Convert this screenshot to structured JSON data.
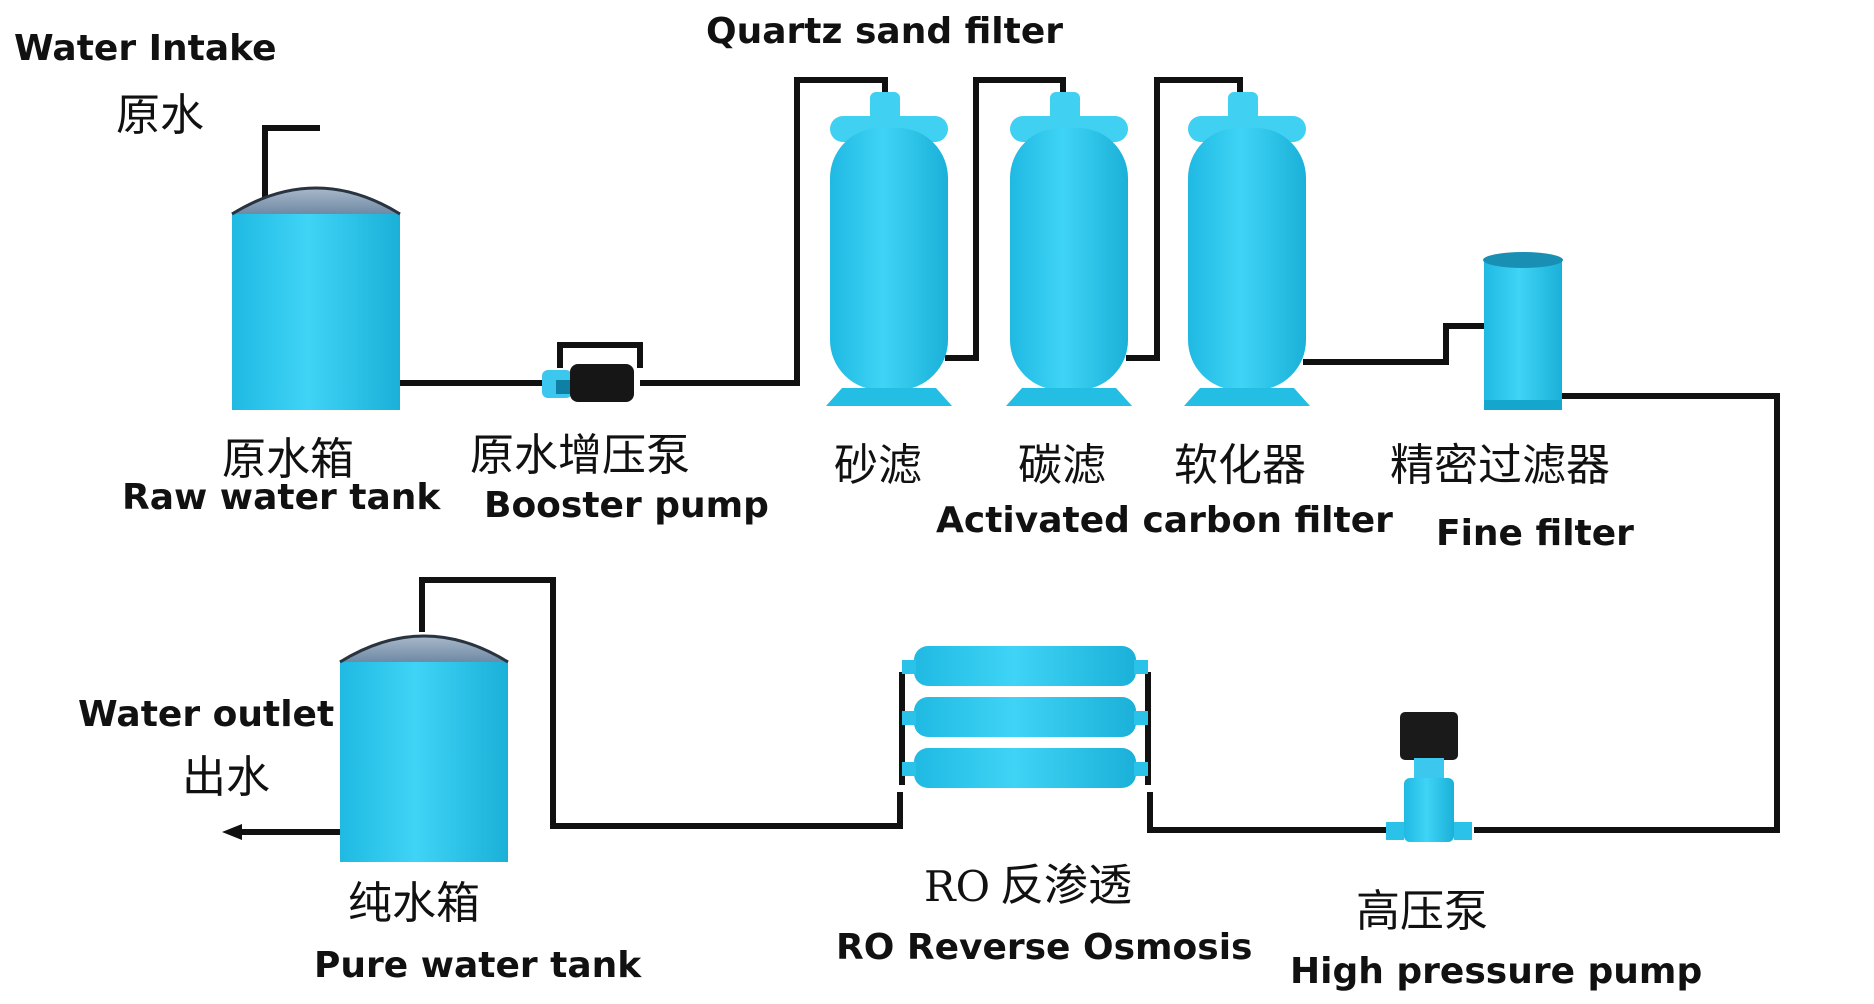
{
  "labels": {
    "water_intake_en": "Water Intake",
    "water_intake_cn": "原水",
    "quartz_sand_filter": "Quartz sand filter",
    "raw_tank_cn": "原水箱",
    "raw_tank_en": "Raw water tank",
    "booster_cn": "原水增压泵",
    "booster_en": "Booster pump",
    "sand_cn": "砂滤",
    "carbon_cn": "碳滤",
    "softener_cn": "软化器",
    "activated_carbon_en": "Activated carbon filter",
    "fine_cn": "精密过滤器",
    "fine_en": "Fine filter",
    "water_outlet_en": "Water outlet",
    "water_outlet_cn": "出水",
    "pure_tank_cn": "纯水箱",
    "pure_tank_en": "Pure water tank",
    "ro_prefix": "RO",
    "ro_cn": "反渗透",
    "ro_en": "RO Reverse Osmosis",
    "hp_pump_cn": "高压泵",
    "hp_pump_en": "High pressure pump"
  },
  "colors": {
    "vessel": "#29c8ee",
    "vessel_dark": "#14a6cc",
    "dome": "#8aa3bd",
    "pipe": "#111111"
  },
  "icons": [
    "outlet-arrow-icon",
    "pump-motor-icon"
  ]
}
